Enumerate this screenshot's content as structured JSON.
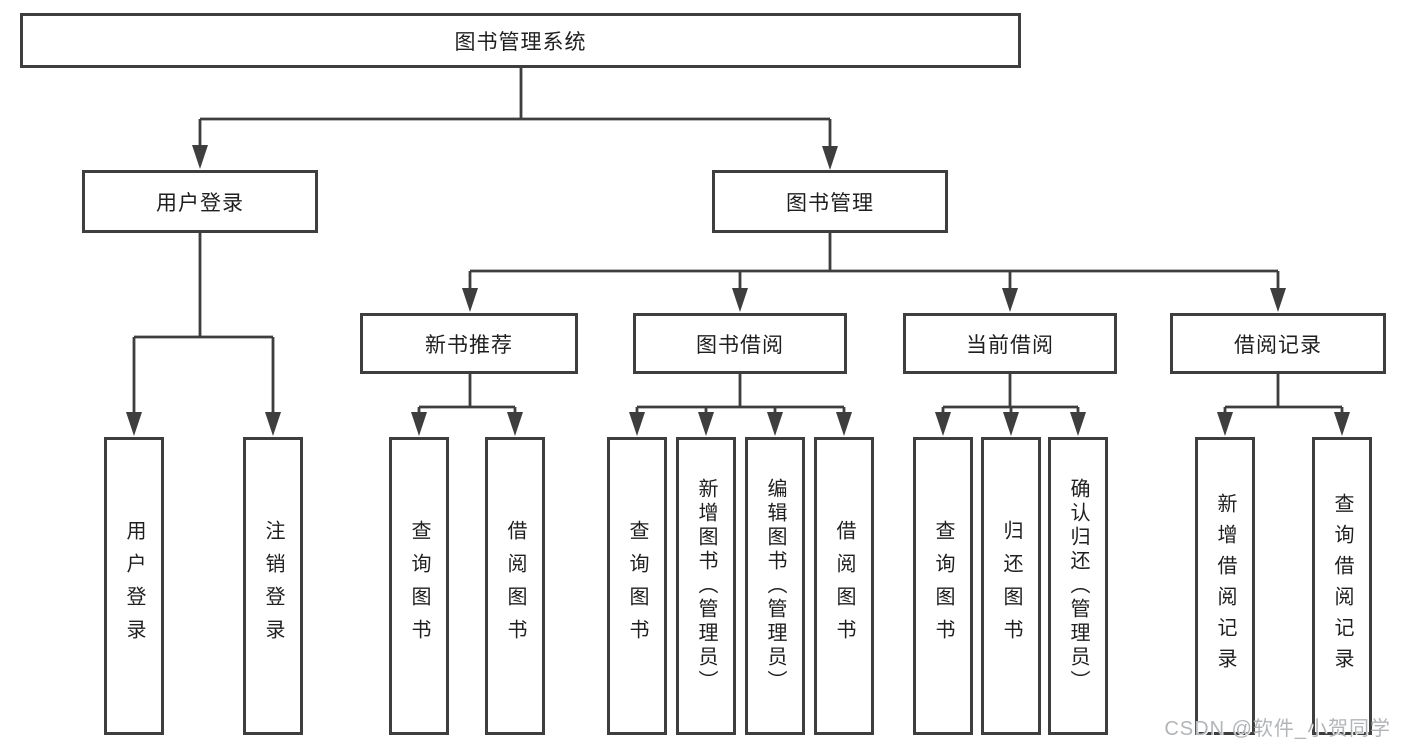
{
  "diagram": {
    "root": {
      "label": "图书管理系统"
    },
    "level2": [
      {
        "label": "用户登录"
      },
      {
        "label": "图书管理"
      }
    ],
    "level3": [
      {
        "label": "新书推荐"
      },
      {
        "label": "图书借阅"
      },
      {
        "label": "当前借阅"
      },
      {
        "label": "借阅记录"
      }
    ],
    "leaves": {
      "user": [
        "用户登录",
        "注销登录"
      ],
      "newrec": [
        "查询图书",
        "借阅图书"
      ],
      "borrow": [
        "查询图书",
        "新增图书（管理员）",
        "编辑图书（管理员）",
        "借阅图书"
      ],
      "current": [
        "查询图书",
        "归还图书",
        "确认归还（管理员）"
      ],
      "records": [
        "新增借阅记录",
        "查询借阅记录"
      ]
    },
    "watermark": "CSDN @软件_小贺同学",
    "colors": {
      "line": "#3e3e3e",
      "box_border": "#3e3e3e",
      "box_background": "#ffffff",
      "text": "#1f1f1f",
      "watermark": "#b2b5b8",
      "background": "#ffffff"
    }
  }
}
